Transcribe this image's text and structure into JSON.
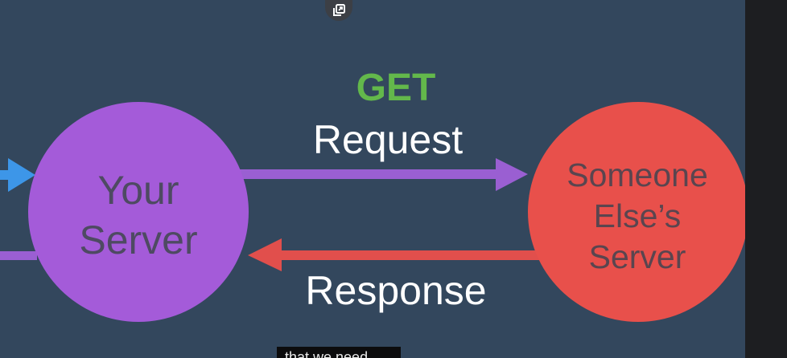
{
  "diagram": {
    "method": "GET",
    "request_label": "Request",
    "response_label": "Response",
    "your_server": {
      "line1": "Your",
      "line2": "Server"
    },
    "else_server": {
      "line1": "Someone",
      "line2": "Else’s",
      "line3": "Server"
    }
  },
  "controls": {
    "popout_icon": "popout-icon"
  },
  "caption": {
    "text": "that we need"
  },
  "colors": {
    "background": "#33475d",
    "your_server": "#a45bd9",
    "else_server": "#e8504b",
    "request_arrow": "#9a5fd2",
    "response_arrow": "#e14f4c",
    "get_text": "#63b84b",
    "incoming_arrow": "#3d96e8"
  }
}
